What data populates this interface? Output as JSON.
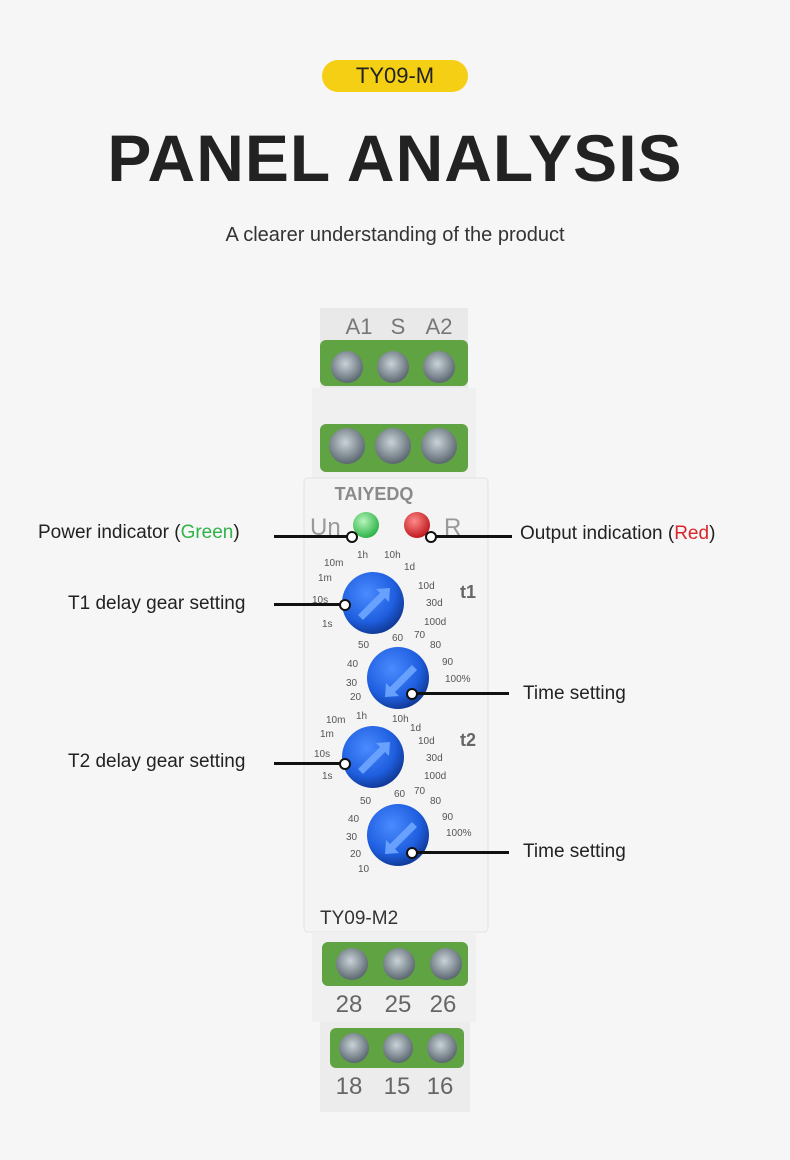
{
  "header": {
    "badge": "TY09-M",
    "title": "PANEL ANALYSIS",
    "subtitle": "A clearer understanding of the product"
  },
  "device": {
    "brand": "TAIYEDQ",
    "model": "TY09-M2",
    "top_terminals": [
      "A1",
      "S",
      "A2"
    ],
    "mid_terminals": [
      "28",
      "25",
      "26"
    ],
    "bottom_terminals": [
      "18",
      "15",
      "16"
    ],
    "led_labels": [
      "Un",
      "R"
    ],
    "t1_label": "t1",
    "t2_label": "t2",
    "range_scale": [
      "1s",
      "10s",
      "1m",
      "10m",
      "1h",
      "10h",
      "1d",
      "10d",
      "30d",
      "100d"
    ],
    "percent_scale": [
      "10",
      "20",
      "30",
      "40",
      "50",
      "60",
      "70",
      "80",
      "90",
      "100%"
    ]
  },
  "callouts": {
    "power_label": "Power indicator (",
    "power_color": "Green",
    "power_close": ")",
    "output_label": "Output indication (",
    "output_color": "Red",
    "output_close": ")",
    "t1": "T1 delay gear setting",
    "time1": "Time setting",
    "t2": "T2 delay gear setting",
    "time2": "Time setting"
  },
  "colors": {
    "accent": "#f5cf14",
    "green_led": "#2fb34a",
    "red_led": "#d9262b",
    "knob": "#1f5fe0",
    "terminal": "#5fa343"
  }
}
